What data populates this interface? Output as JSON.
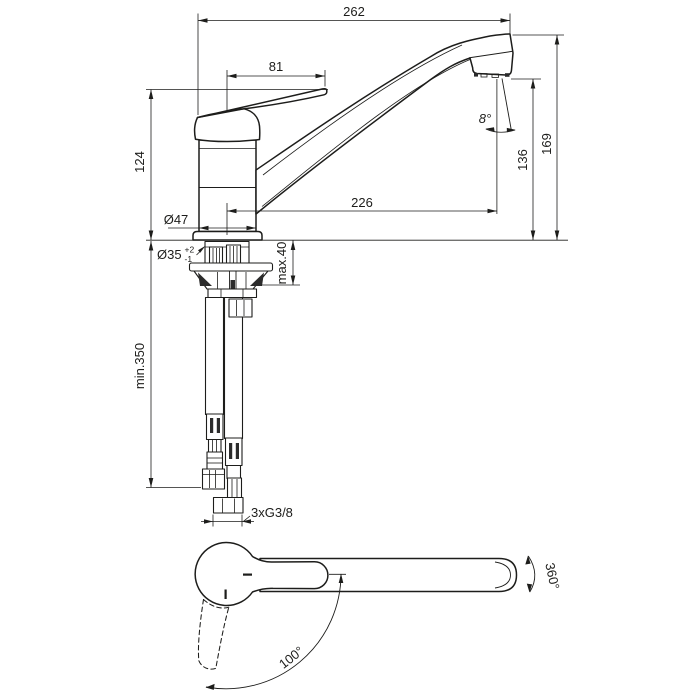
{
  "drawing": {
    "title": "single-lever-sink-mixer-dimension-drawing",
    "ink_color": "#1d1d1b",
    "background": "#ffffff"
  },
  "dims": {
    "overall_length": "262",
    "lever_length": "81",
    "height_to_lever": "124",
    "body_diameter": "Ø47",
    "mounting_hole": {
      "value": "Ø35",
      "tol_upper": "+2",
      "tol_lower": "-1"
    },
    "max_deck_thickness": "max.40",
    "spout_reach": "226",
    "spray_angle": "8°",
    "outlet_height": "136",
    "overall_height": "169",
    "min_hose_length": "min.350",
    "supply_connection": "3xG3/8",
    "lever_swing": "100°",
    "spout_swivel": "360°"
  }
}
